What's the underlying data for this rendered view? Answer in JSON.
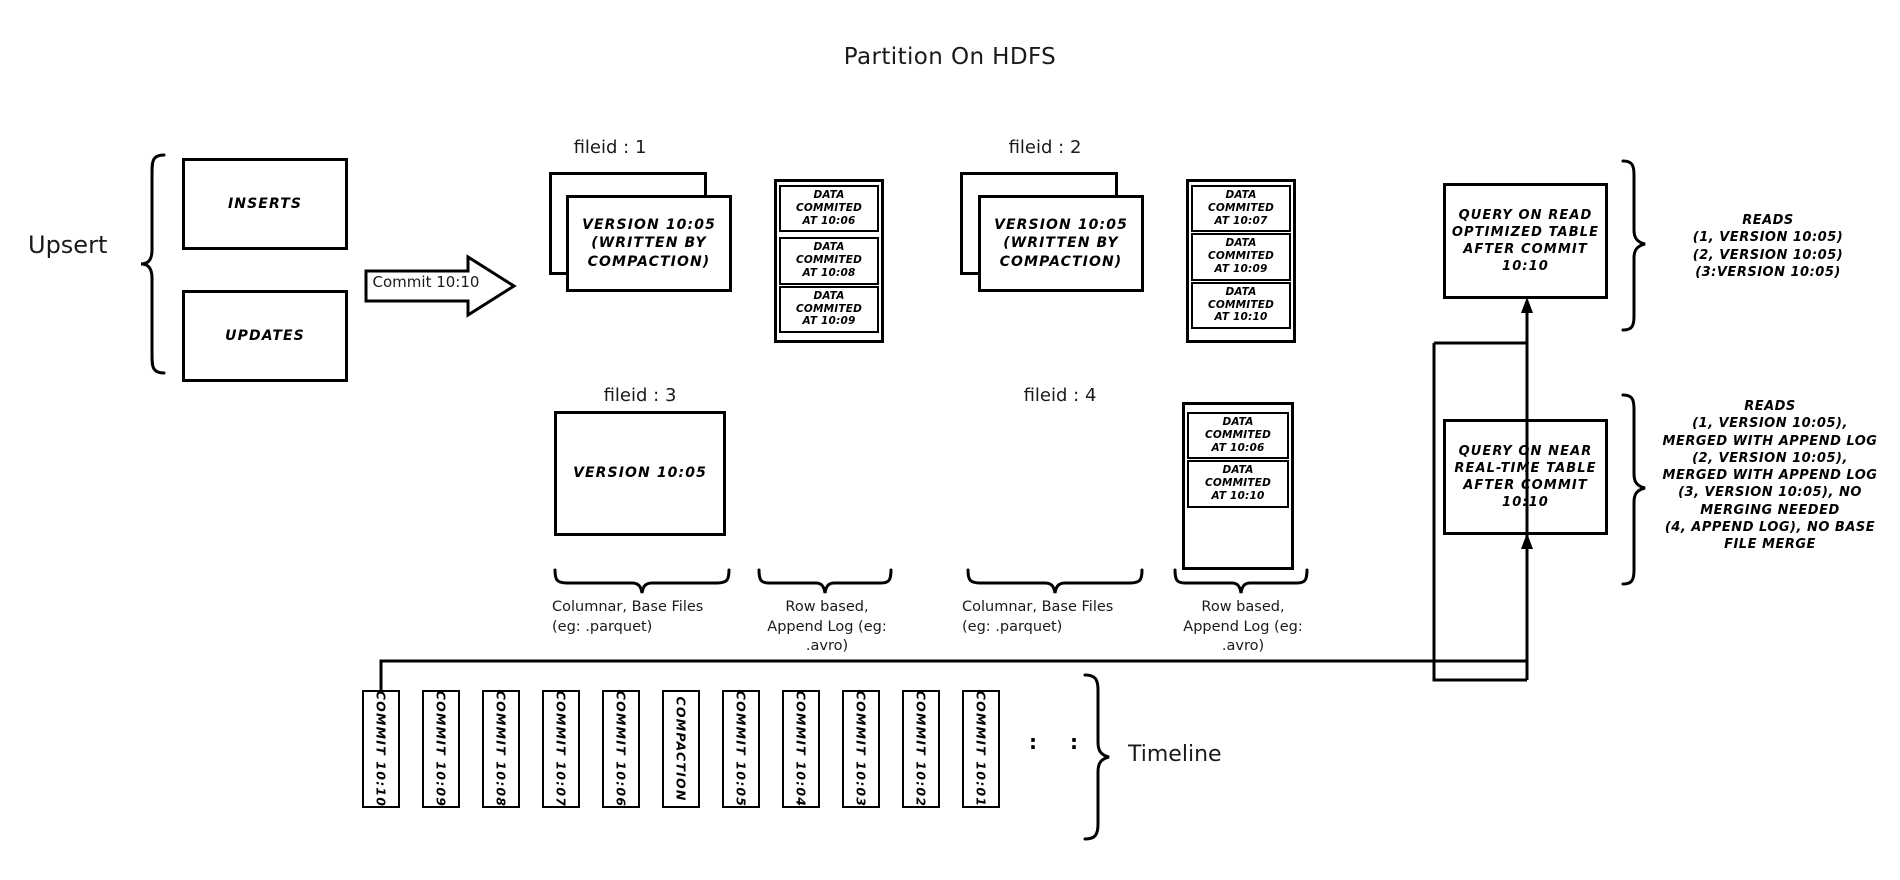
{
  "title": "Partition On HDFS",
  "upsert": {
    "label": "Upsert",
    "inserts_label": "INSERTS",
    "updates_label": "UPDATES"
  },
  "commit_arrow": {
    "label": "Commit 10:10"
  },
  "filegroups": [
    {
      "heading": "fileid : 1",
      "base_file": {
        "text": "VERSION 10:05\n(WRITTEN BY\nCOMPACTION)",
        "stacked": true
      },
      "log_entries": [
        "DATA COMMITED\nAT 10:06",
        "DATA COMMITED\nAT 10:08",
        "DATA COMMITED\nAT 10:09"
      ]
    },
    {
      "heading": "fileid : 2",
      "base_file": {
        "text": "VERSION 10:05\n(WRITTEN BY\nCOMPACTION)",
        "stacked": true
      },
      "log_entries": [
        "DATA COMMITED\nAT 10:07",
        "DATA COMMITED\nAT 10:09",
        "DATA COMMITED\nAT 10:10"
      ]
    },
    {
      "heading": "fileid : 3",
      "base_file": {
        "text": "VERSION 10:05",
        "stacked": false
      },
      "log_entries": []
    },
    {
      "heading": "fileid : 4",
      "base_file": null,
      "log_entries": [
        "DATA COMMITED\nAT 10:06",
        "DATA COMMITED\nAT 10:10"
      ]
    }
  ],
  "captions": {
    "base_files_left": "Columnar, Base Files\n(eg: .parquet)",
    "append_log_left": "Row based,\nAppend Log  (eg:\n.avro)",
    "base_files_right": "Columnar, Base Files\n(eg: .parquet)",
    "append_log_right": "Row based,\nAppend Log  (eg:\n.avro)"
  },
  "queries": {
    "read_optimized": {
      "box_text": "QUERY ON READ\nOPTIMIZED TABLE\nAFTER COMMIT\n10:10",
      "reads_title": "READS",
      "reads_lines": [
        "(1, VERSION 10:05)",
        "(2, VERSION 10:05)",
        "(3:VERSION 10:05)"
      ]
    },
    "near_real_time": {
      "box_text": "QUERY ON NEAR\nREAL-TIME TABLE\nAFTER COMMIT\n10:10",
      "reads_title": "READS",
      "reads_lines": [
        "(1, VERSION 10:05),",
        "MERGED WITH APPEND LOG",
        "(2, VERSION 10:05),",
        "MERGED WITH APPEND LOG",
        "(3, VERSION 10:05), NO",
        "MERGING NEEDED",
        "(4, APPEND LOG), NO BASE",
        "FILE MERGE"
      ]
    }
  },
  "timeline": {
    "label": "Timeline",
    "cells": [
      "COMMIT  10:10",
      "COMMIT  10:09",
      "COMMIT  10:08",
      "COMMIT  10:07",
      "COMMIT  10:06",
      "COMPACTION",
      "COMMIT  10:05",
      "COMMIT  10:04",
      "COMMIT  10:03",
      "COMMIT  10:02",
      "COMMIT  10:01"
    ],
    "ellipsis": ":"
  },
  "colors": {
    "stroke": "#000000",
    "background": "#ffffff",
    "text": "#1a1a1a"
  }
}
